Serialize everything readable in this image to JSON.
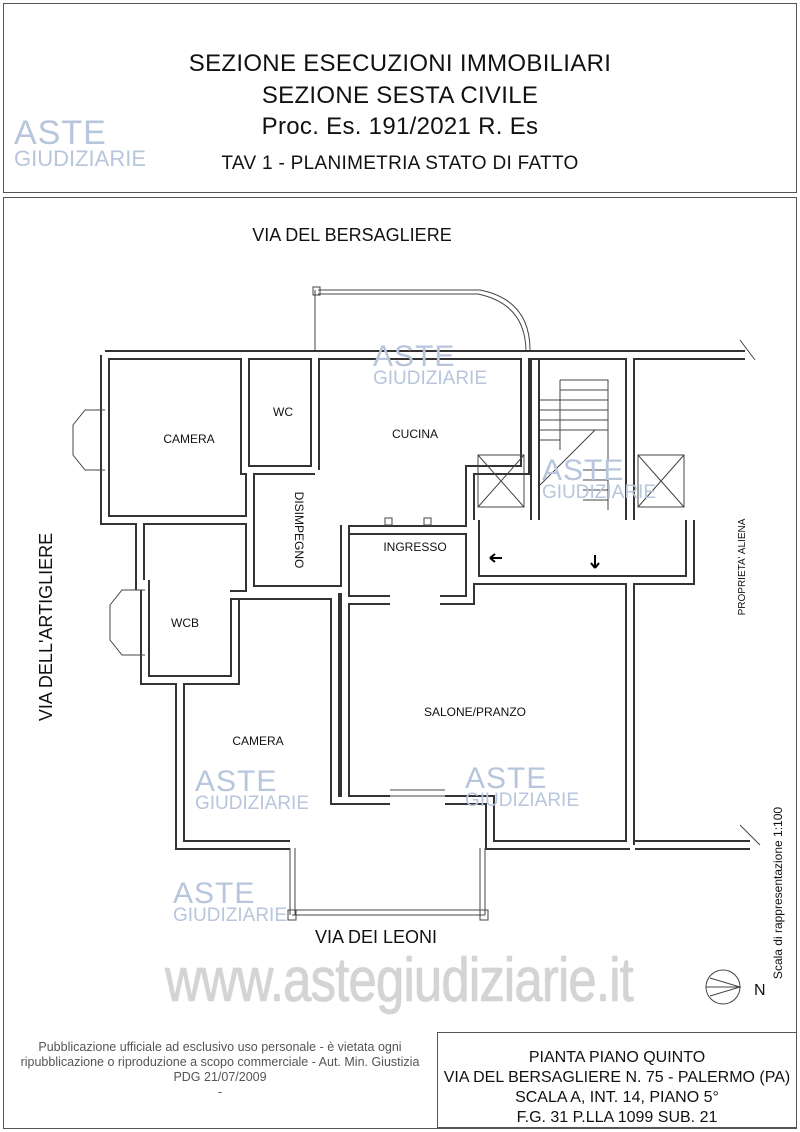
{
  "header": {
    "line1": "SEZIONE ESECUZIONI IMMOBILIARI",
    "line2": "SEZIONE SESTA CIVILE",
    "line3": "Proc. Es. 191/2021 R. Es",
    "line4": "TAV 1 -  PLANIMETRIA STATO DI FATTO"
  },
  "streets": {
    "top": "VIA DEL BERSAGLIERE",
    "left": "VIA DELL'ARTIGLIERE",
    "bottom": "VIA DEI LEONI",
    "right": "PROPRIETA' ALIENA"
  },
  "rooms": {
    "camera1": "CAMERA",
    "wc": "WC",
    "cucina": "CUCINA",
    "disimpegno": "DISIMPEGNO",
    "ingresso": "INGRESSO",
    "wcb": "WCB",
    "camera2": "CAMERA",
    "salone": "SALONE/PRANZO"
  },
  "scale": "Scala di rappresentazione 1:100",
  "north": "N",
  "watermark": {
    "logo_top": "ASTE",
    "logo_bottom": "GIUDIZIARIE",
    "url": "www.astegiudiziarie.it",
    "notice1": "Pubblicazione ufficiale ad esclusivo uso personale - è vietata ogni",
    "notice2": "ripubblicazione o riproduzione a scopo commerciale - Aut. Min. Giustizia PDG 21/07/2009",
    "notice3": "-"
  },
  "title_block": {
    "line1": "PIANTA PIANO QUINTO",
    "line2": "VIA DEL BERSAGLIERE N. 75 - PALERMO (PA)",
    "line3": "SCALA A, INT. 14, PIANO 5°",
    "line4": "F.G. 31 P.LLA 1099 SUB. 21"
  }
}
